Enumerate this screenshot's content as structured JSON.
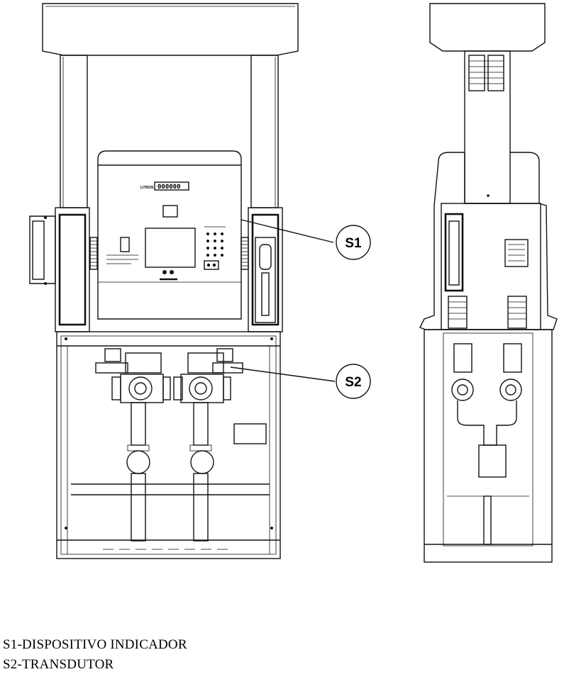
{
  "callouts": [
    {
      "id": "s1",
      "label": "S1"
    },
    {
      "id": "s2",
      "label": "S2"
    }
  ],
  "legend": [
    "S1-DISPOSITIVO INDICADOR",
    "S2-TRANSDUTOR"
  ],
  "display_caption": "LITROS",
  "display_digits": "000000"
}
